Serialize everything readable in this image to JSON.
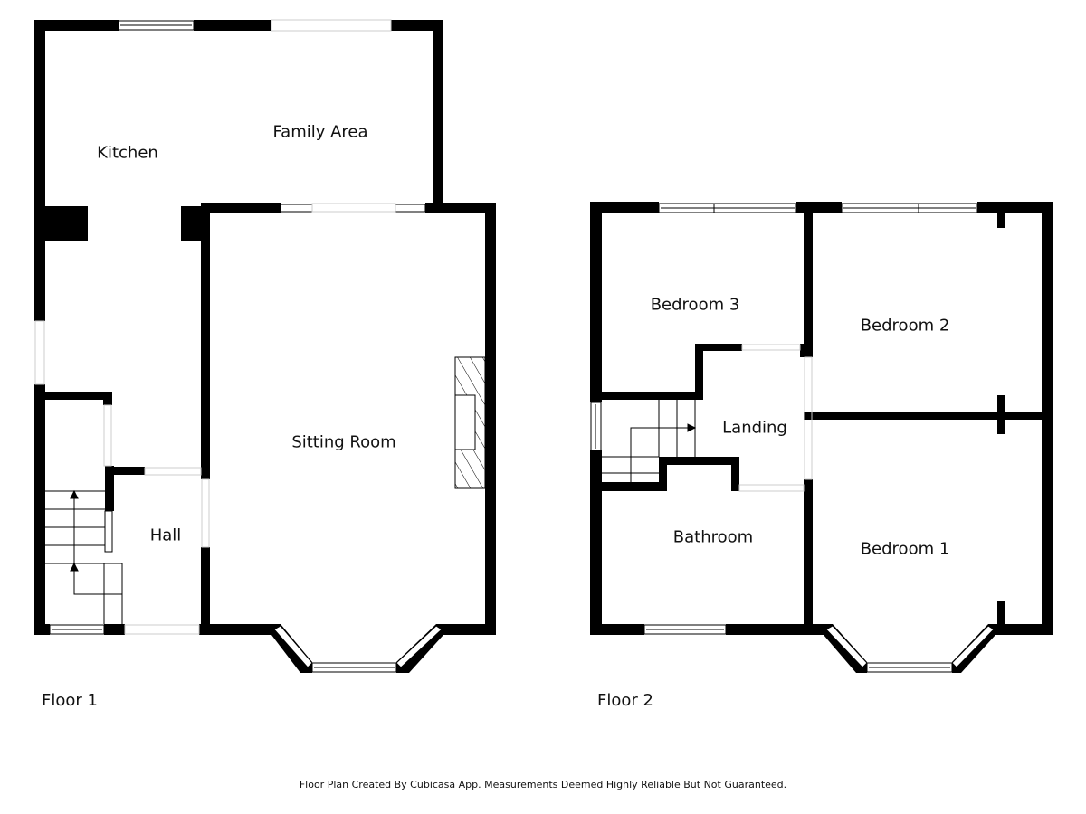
{
  "floors": [
    {
      "label": "Floor 1",
      "rooms": [
        "Kitchen",
        "Family Area",
        "Sitting Room",
        "Hall"
      ]
    },
    {
      "label": "Floor 2",
      "rooms": [
        "Bedroom 3",
        "Bedroom 2",
        "Landing",
        "Bathroom",
        "Bedroom 1"
      ]
    }
  ],
  "footer": "Floor Plan Created By Cubicasa App. Measurements Deemed Highly Reliable But Not Guaranteed.",
  "colors": {
    "wall": "#000000",
    "background": "#ffffff"
  }
}
